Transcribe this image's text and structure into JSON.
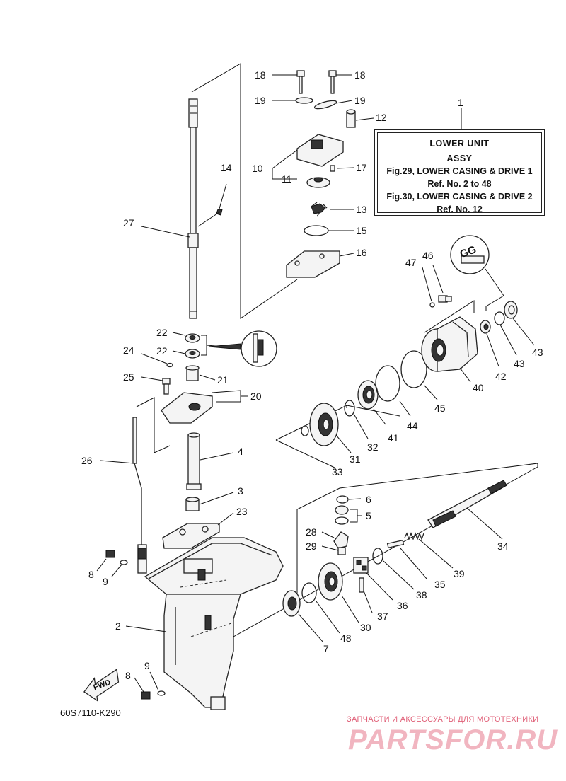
{
  "info_box": {
    "line1": "LOWER UNIT",
    "line2": "ASSY",
    "line3": "Fig.29, LOWER CASING & DRIVE 1",
    "line4": "Ref. No. 2 to 48",
    "line5": "Fig.30, LOWER CASING & DRIVE 2",
    "line6": "Ref. No. 12"
  },
  "callouts": {
    "c1": "1",
    "c2": "2",
    "c3": "3",
    "c4": "4",
    "c5": "5",
    "c6": "6",
    "c7": "7",
    "c8a": "8",
    "c8b": "8",
    "c9a": "9",
    "c9b": "9",
    "c10": "10",
    "c11": "11",
    "c12": "12",
    "c13": "13",
    "c14": "14",
    "c15": "15",
    "c16": "16",
    "c17": "17",
    "c18a": "18",
    "c18b": "18",
    "c19a": "19",
    "c19b": "19",
    "c20": "20",
    "c21": "21",
    "c22a": "22",
    "c22b": "22",
    "c23": "23",
    "c24": "24",
    "c25": "25",
    "c26": "26",
    "c27": "27",
    "c28": "28",
    "c29": "29",
    "c30": "30",
    "c31": "31",
    "c32": "32",
    "c33": "33",
    "c34": "34",
    "c35": "35",
    "c36": "36",
    "c37": "37",
    "c38": "38",
    "c39": "39",
    "c40": "40",
    "c41": "41",
    "c42": "42",
    "c43a": "43",
    "c43b": "43",
    "c44": "44",
    "c45": "45",
    "c46": "46",
    "c47": "47",
    "c48": "48"
  },
  "fwd_label": "FWD",
  "sealant_label": "GG",
  "diagram_code": "60S7110-K290",
  "watermark": {
    "tagline": "ЗАПЧАСТИ И АКСЕССУАРЫ ДЛЯ МОТОТЕХНИКИ",
    "logo": "PARTSFOR.RU"
  }
}
